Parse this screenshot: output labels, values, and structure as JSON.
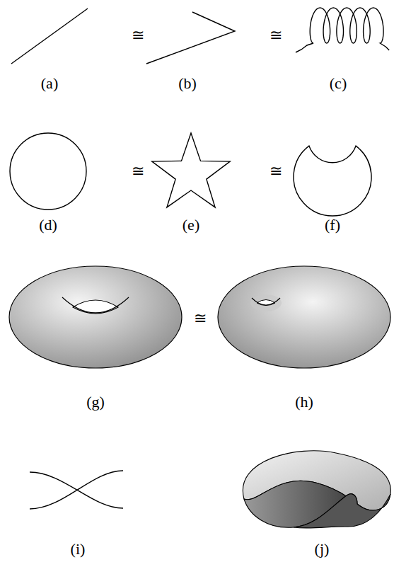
{
  "diagram": {
    "labels": [
      "≅",
      "≅",
      "(a)",
      "(b)",
      "(c)",
      "≅",
      "≅",
      "(d)",
      "(e)",
      "(f)",
      "≅",
      "(g)",
      "(h)",
      "(i)",
      "(j)"
    ]
  }
}
